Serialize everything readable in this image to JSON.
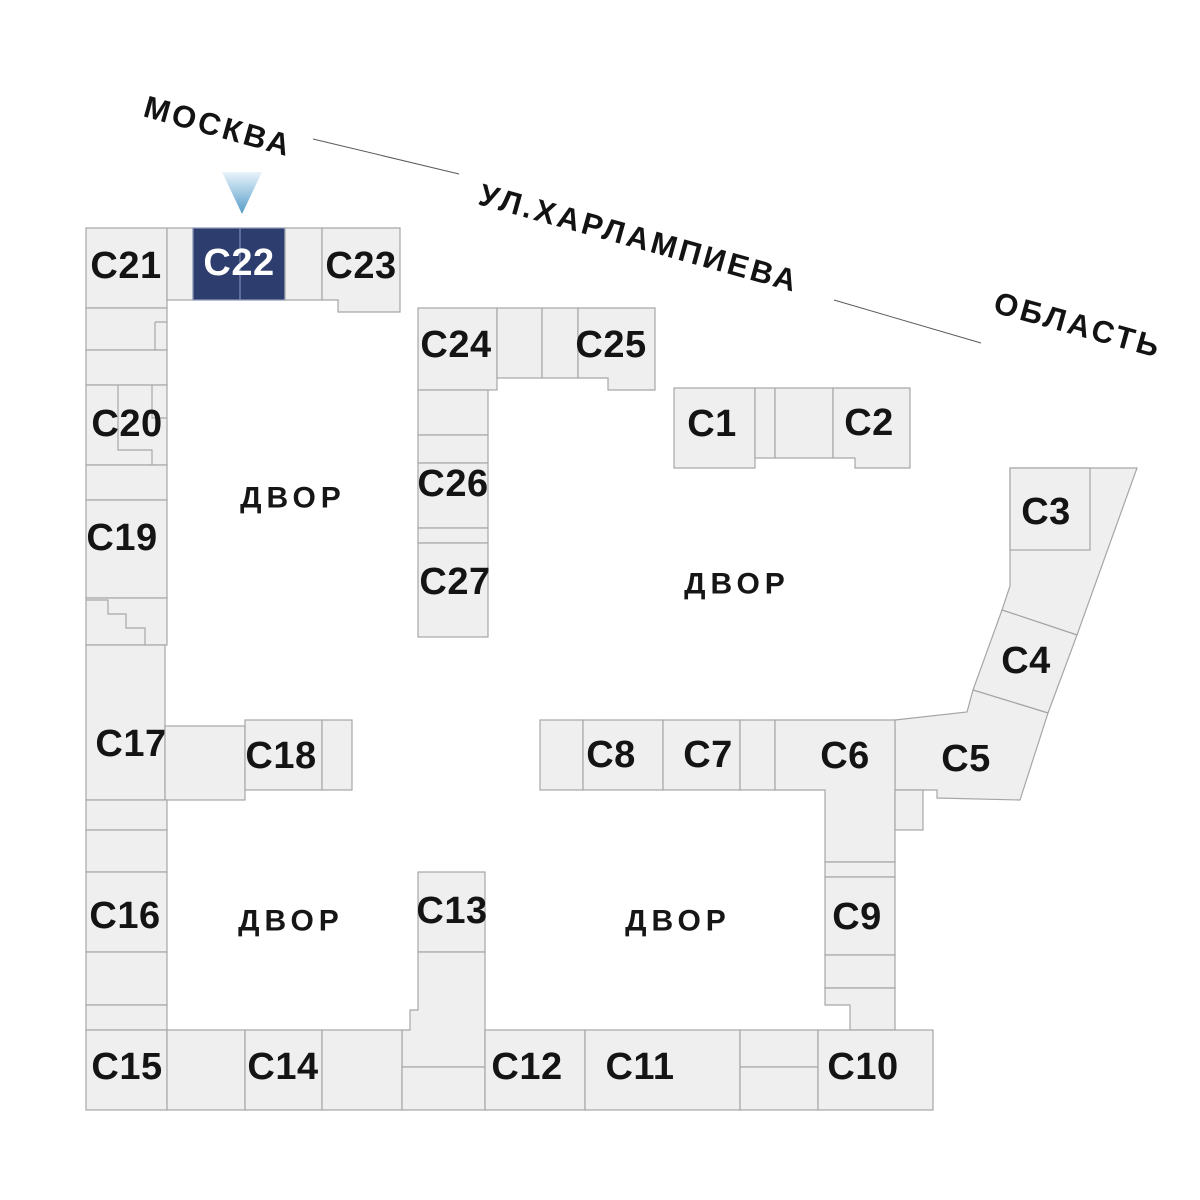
{
  "plan": {
    "street_name": "УЛ.ХАРЛАМПИЕВА",
    "directions": {
      "left": "МОСКВА",
      "right": "ОБЛАСТЬ"
    },
    "courtyard_label": "ДВОР",
    "highlighted_building": "С22",
    "colors": {
      "block_fill": "#efefef",
      "block_border": "#a6a6a6",
      "highlight_fill": "#2c3d6e",
      "highlight_text": "#ffffff",
      "label_text": "#141414",
      "marker_gradient_top": "#e9f4fb",
      "marker_gradient_bottom": "#559cc8"
    },
    "buildings": {
      "c1": "С1",
      "c2": "С2",
      "c3": "С3",
      "c4": "С4",
      "c5": "С5",
      "c6": "С6",
      "c7": "С7",
      "c8": "С8",
      "c9": "С9",
      "c10": "С10",
      "c11": "С11",
      "c12": "С12",
      "c13": "С13",
      "c14": "С14",
      "c15": "С15",
      "c16": "С16",
      "c17": "С17",
      "c18": "С18",
      "c19": "С19",
      "c20": "С20",
      "c21": "С21",
      "c22": "С22",
      "c23": "С23",
      "c24": "С24",
      "c25": "С25",
      "c26": "С26",
      "c27": "С27"
    }
  }
}
